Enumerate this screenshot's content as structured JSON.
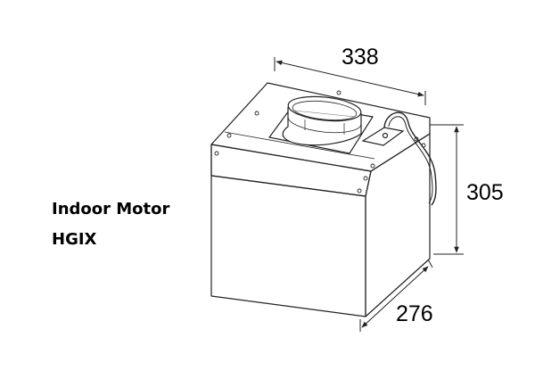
{
  "product": {
    "title": "Indoor Motor",
    "model": "HGIX"
  },
  "dimensions": {
    "width": "338",
    "height": "305",
    "depth": "276"
  },
  "colors": {
    "line": "#222222",
    "text": "#000000",
    "background": "#ffffff"
  }
}
